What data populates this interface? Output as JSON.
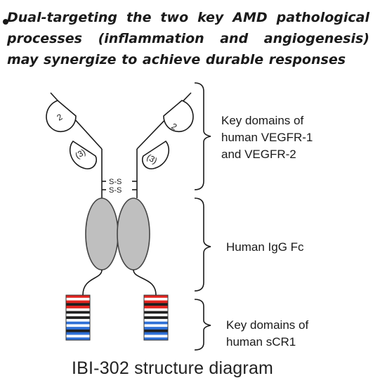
{
  "heading": {
    "text": "Dual-targeting the two key AMD pathological processes (inflammation and angiogenesis) may synergize to achieve durable responses"
  },
  "diagram": {
    "domain_labels": [
      "2",
      "(3)"
    ],
    "disulfide_labels": [
      "S-S",
      "S-S"
    ],
    "callouts": {
      "vegfr": "Key domains of\nhuman VEGFR-1\nand VEGFR-2",
      "fc": "Human IgG Fc",
      "scr1": "Key domains of\nhuman sCR1"
    },
    "colors": {
      "fc_fill": "#bfbfbf",
      "red_stripe": "#e3241f",
      "blue_stripe": "#2e6fd6",
      "dark_stripe": "#202020"
    }
  },
  "caption": "IBI-302 structure diagram"
}
